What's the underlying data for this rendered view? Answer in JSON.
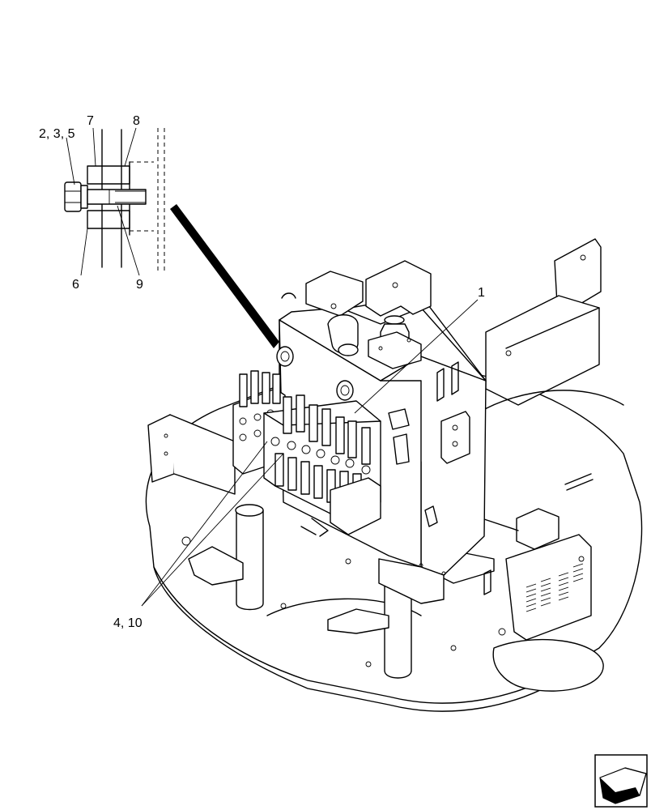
{
  "callouts": {
    "c_2_3_5": "2, 3, 5",
    "c_7": "7",
    "c_8": "8",
    "c_6": "6",
    "c_9": "9",
    "c_1": "1",
    "c_4_10": "4, 10"
  },
  "icons": {
    "nav": "next-page-arrow-icon"
  }
}
